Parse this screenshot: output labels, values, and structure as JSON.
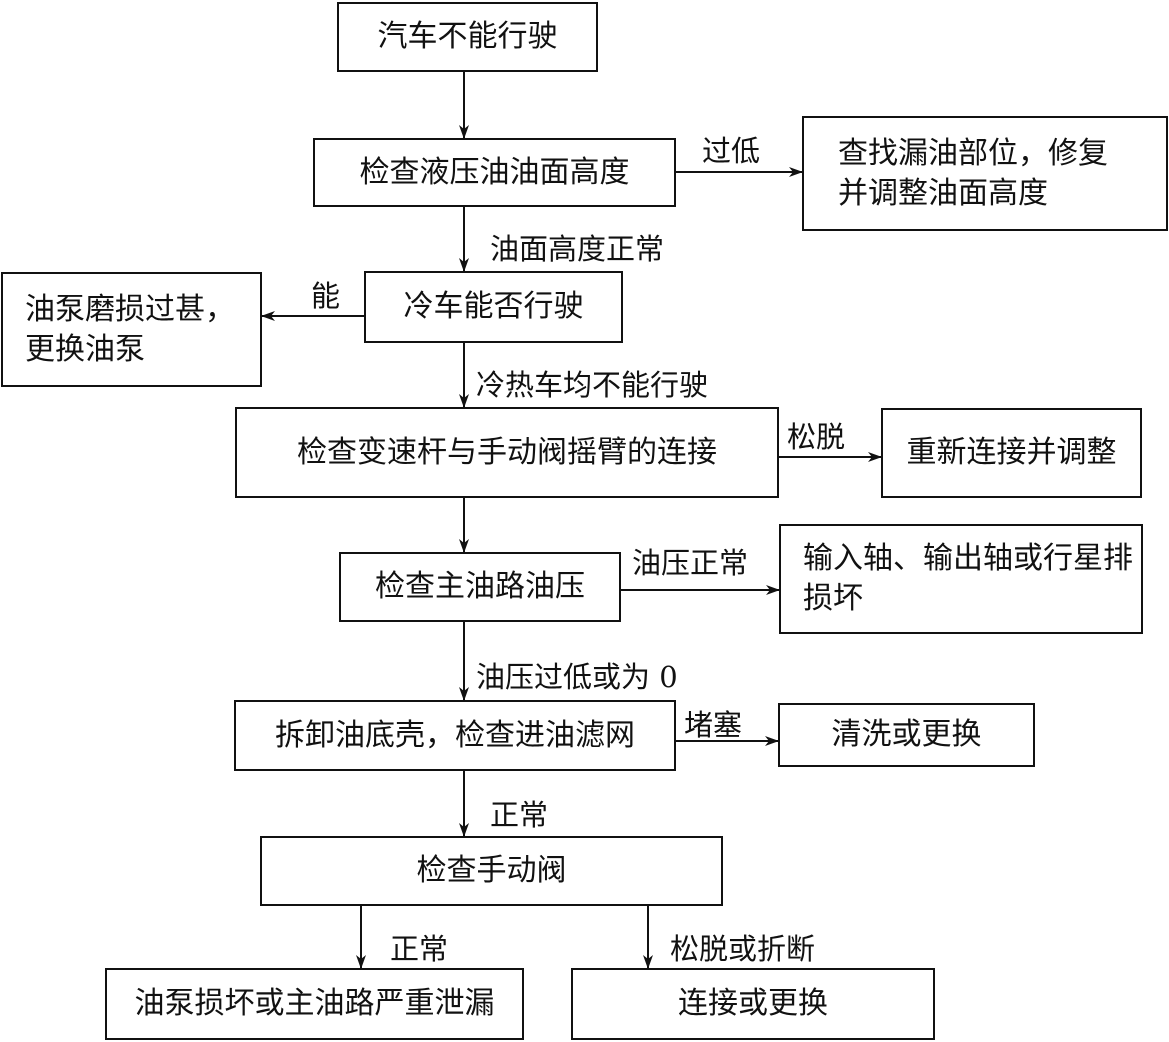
{
  "nodes": {
    "start": "汽车不能行驶",
    "check_fluid_level": "检查液压油油面高度",
    "fix_leak": "查找漏油部位，修复\n并调整油面高度",
    "cold_drive": "冷车能否行驶",
    "pump_worn": "油泵磨损过甚，\n更换油泵",
    "check_linkage": "检查变速杆与手动阀摇臂的连接",
    "reconnect": "重新连接并调整",
    "check_main_pressure": "检查主油路油压",
    "shaft_damage": "输入轴、输出轴或行星排\n损坏",
    "remove_pan": "拆卸油底壳，检查进油滤网",
    "clean_replace": "清洗或更换",
    "check_manual_valve": "检查手动阀",
    "pump_damage": "油泵损坏或主油路严重泄漏",
    "connect_replace": "连接或更换"
  },
  "edges": {
    "too_low": "过低",
    "level_normal": "油面高度正常",
    "can": "能",
    "cold_hot_cannot": "冷热车均不能行驶",
    "loose": "松脱",
    "pressure_normal": "油压正常",
    "pressure_low_zero": "油压过低或为 0",
    "clogged": "堵塞",
    "normal_a": "正常",
    "normal_b": "正常",
    "loose_or_broken": "松脱或折断"
  }
}
